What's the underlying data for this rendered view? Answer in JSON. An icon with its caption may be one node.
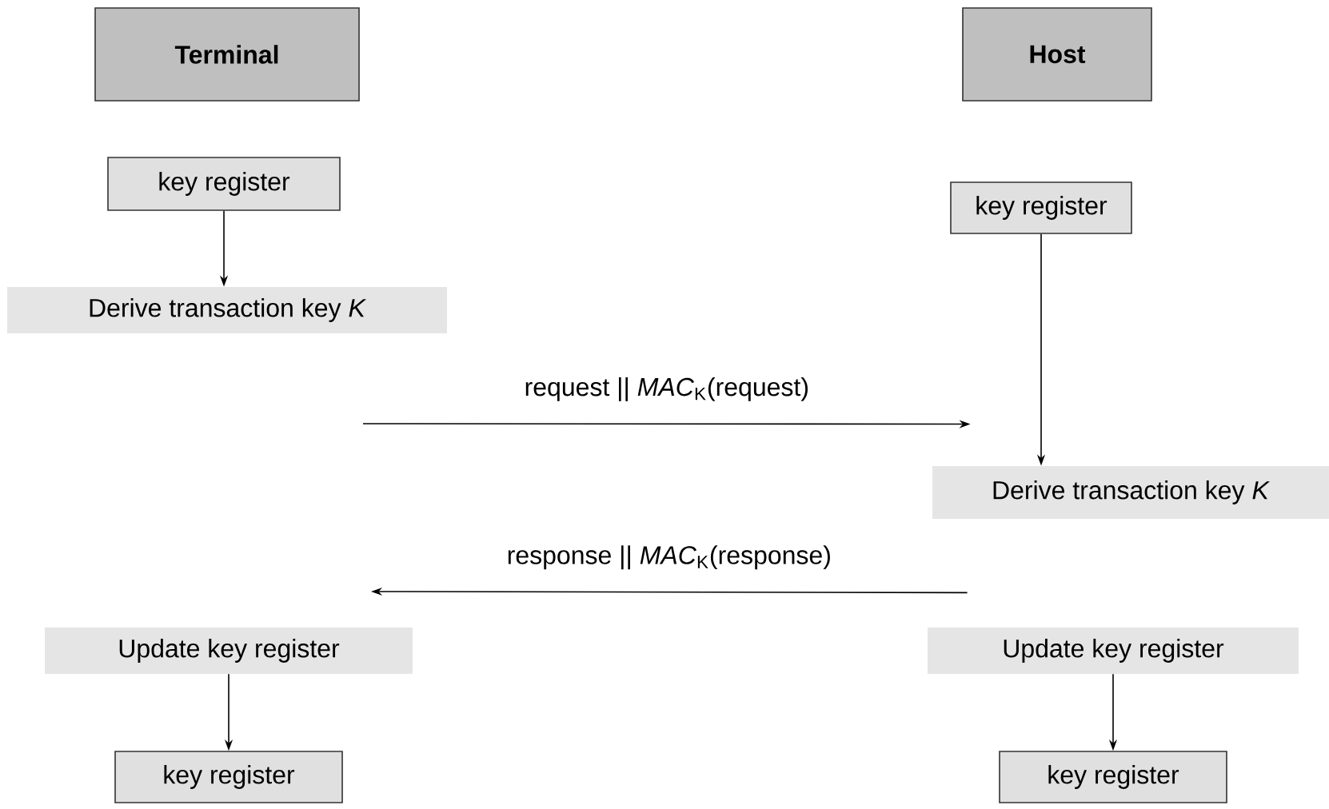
{
  "diagram": {
    "nodes": [
      {
        "text": [
          "Terminal"
        ]
      },
      {
        "text": [
          "Host"
        ]
      },
      {
        "text": [
          "key register"
        ]
      },
      {
        "text": [
          "key register"
        ]
      },
      {
        "text": [
          "Derive transaction key *K*"
        ]
      },
      {
        "text": [
          "Derive transaction key *K*"
        ]
      },
      {
        "text": [
          "Update key register"
        ]
      },
      {
        "text": [
          "Update key register"
        ]
      },
      {
        "text": [
          "key register"
        ]
      },
      {
        "text": [
          "key register"
        ]
      }
    ],
    "edges": [
      {
        "from": 2,
        "to": 4,
        "arrow": "to"
      },
      {
        "from": 3,
        "to": 5,
        "arrow": "to"
      },
      {
        "from": null,
        "to": 5,
        "arrow": "to",
        "label": "request || *MAC*$_{K}$(request)"
      },
      {
        "from": 5,
        "to": null,
        "arrow": "to",
        "label": "response || *MAC*$_{K}$(response)"
      },
      {
        "from": 6,
        "to": 8,
        "arrow": "to"
      },
      {
        "from": 7,
        "to": 9,
        "arrow": "to"
      }
    ]
  }
}
